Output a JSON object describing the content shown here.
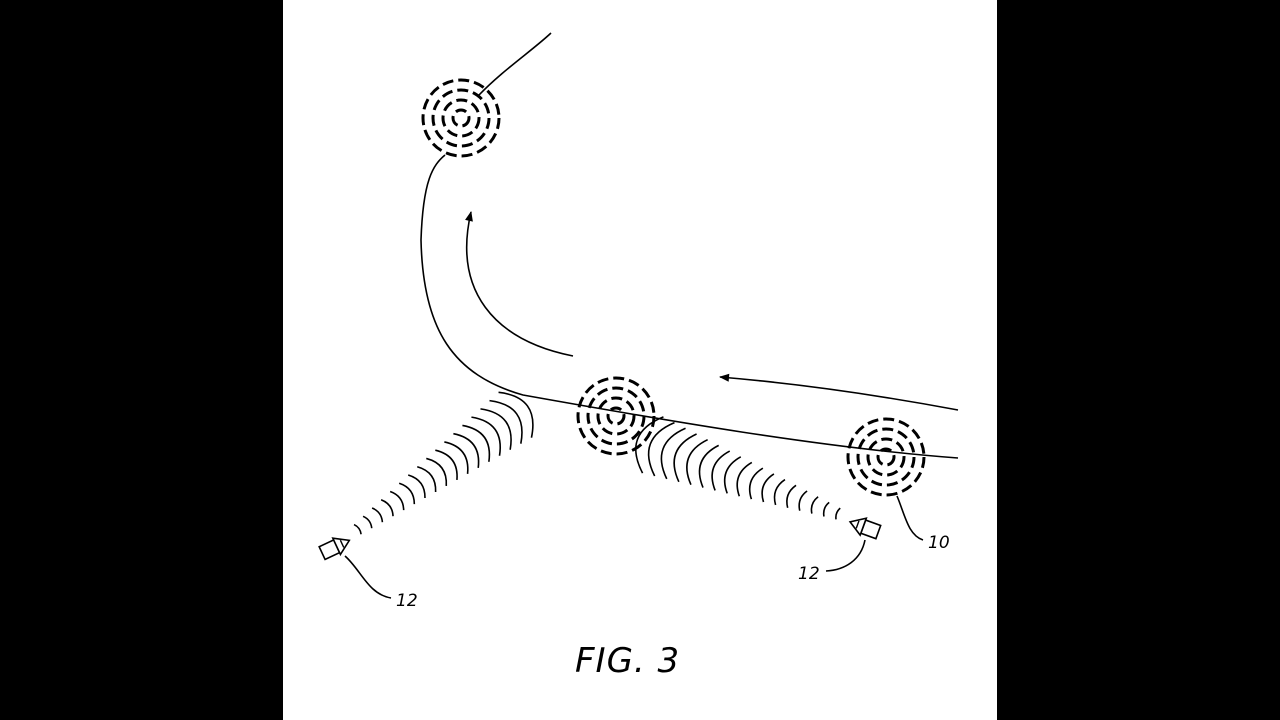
{
  "figure": {
    "label": "FIG.  3"
  },
  "references": [
    {
      "id": "ref-10",
      "text": "10"
    },
    {
      "id": "ref-12-right",
      "text": "12"
    },
    {
      "id": "ref-12-left",
      "text": "12"
    }
  ]
}
